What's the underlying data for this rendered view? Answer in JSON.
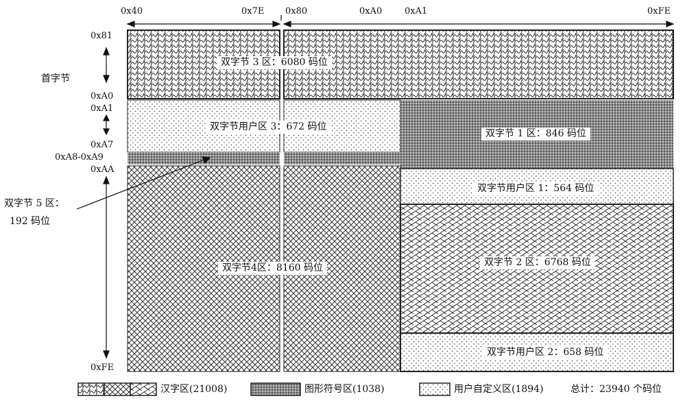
{
  "top_axis": {
    "c1_start": "0x40",
    "c1_end": "0x7E",
    "c2_start": "0x80",
    "c2_mid": "0xA0",
    "c3_start": "0xA1",
    "c3_end": "0xFE"
  },
  "left_axis": {
    "r1": "0x81",
    "lead": "首字节",
    "r2": "0xA0",
    "r3": "0xA1",
    "r4": "0xA7",
    "r5": "0xA8-0xA9",
    "r6": "0xAA",
    "r7": "0xFE"
  },
  "regions": {
    "dbcs3": "双字节 3 区：6080 码位",
    "udf3": "双字节用户区 3：672 码位",
    "dbcs1": "双字节 1 区：846 码位",
    "dbcs5_line1": "双字节 5 区：",
    "dbcs5_line2": "192 码位",
    "dbcs4": "双字节4区：8160 码位",
    "udf1": "双字节用户区 1：564 码位",
    "dbcs2": "双字节 2 区：6768 码位",
    "udf2": "双字节用户区 2：658 码位"
  },
  "legend": {
    "hanzi": "汉字区(21008)",
    "graphic": "图形符号区(1038)",
    "user": "用户自定义区(1894)",
    "total": "总计：23940 个码位"
  }
}
